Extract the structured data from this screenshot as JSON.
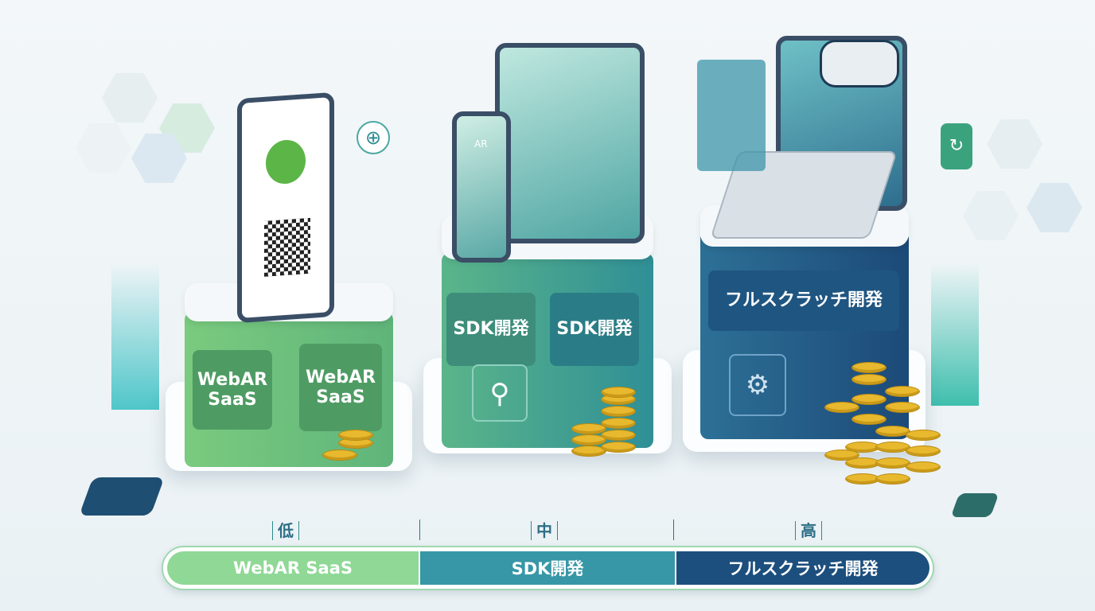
{
  "tiers": [
    {
      "label": "WebAR SaaS",
      "box_label": "WebAR SaaS",
      "level": "低",
      "color": "#8fd896"
    },
    {
      "label": "SDK開発",
      "box_label": "SDK開発",
      "level": "中",
      "color": "#3797a6"
    },
    {
      "label": "フルスクラッチ開発",
      "box_label": "フルスクラッチ開発",
      "level": "高",
      "color": "#1c4f7e"
    }
  ],
  "phone_ar_label": "AR"
}
